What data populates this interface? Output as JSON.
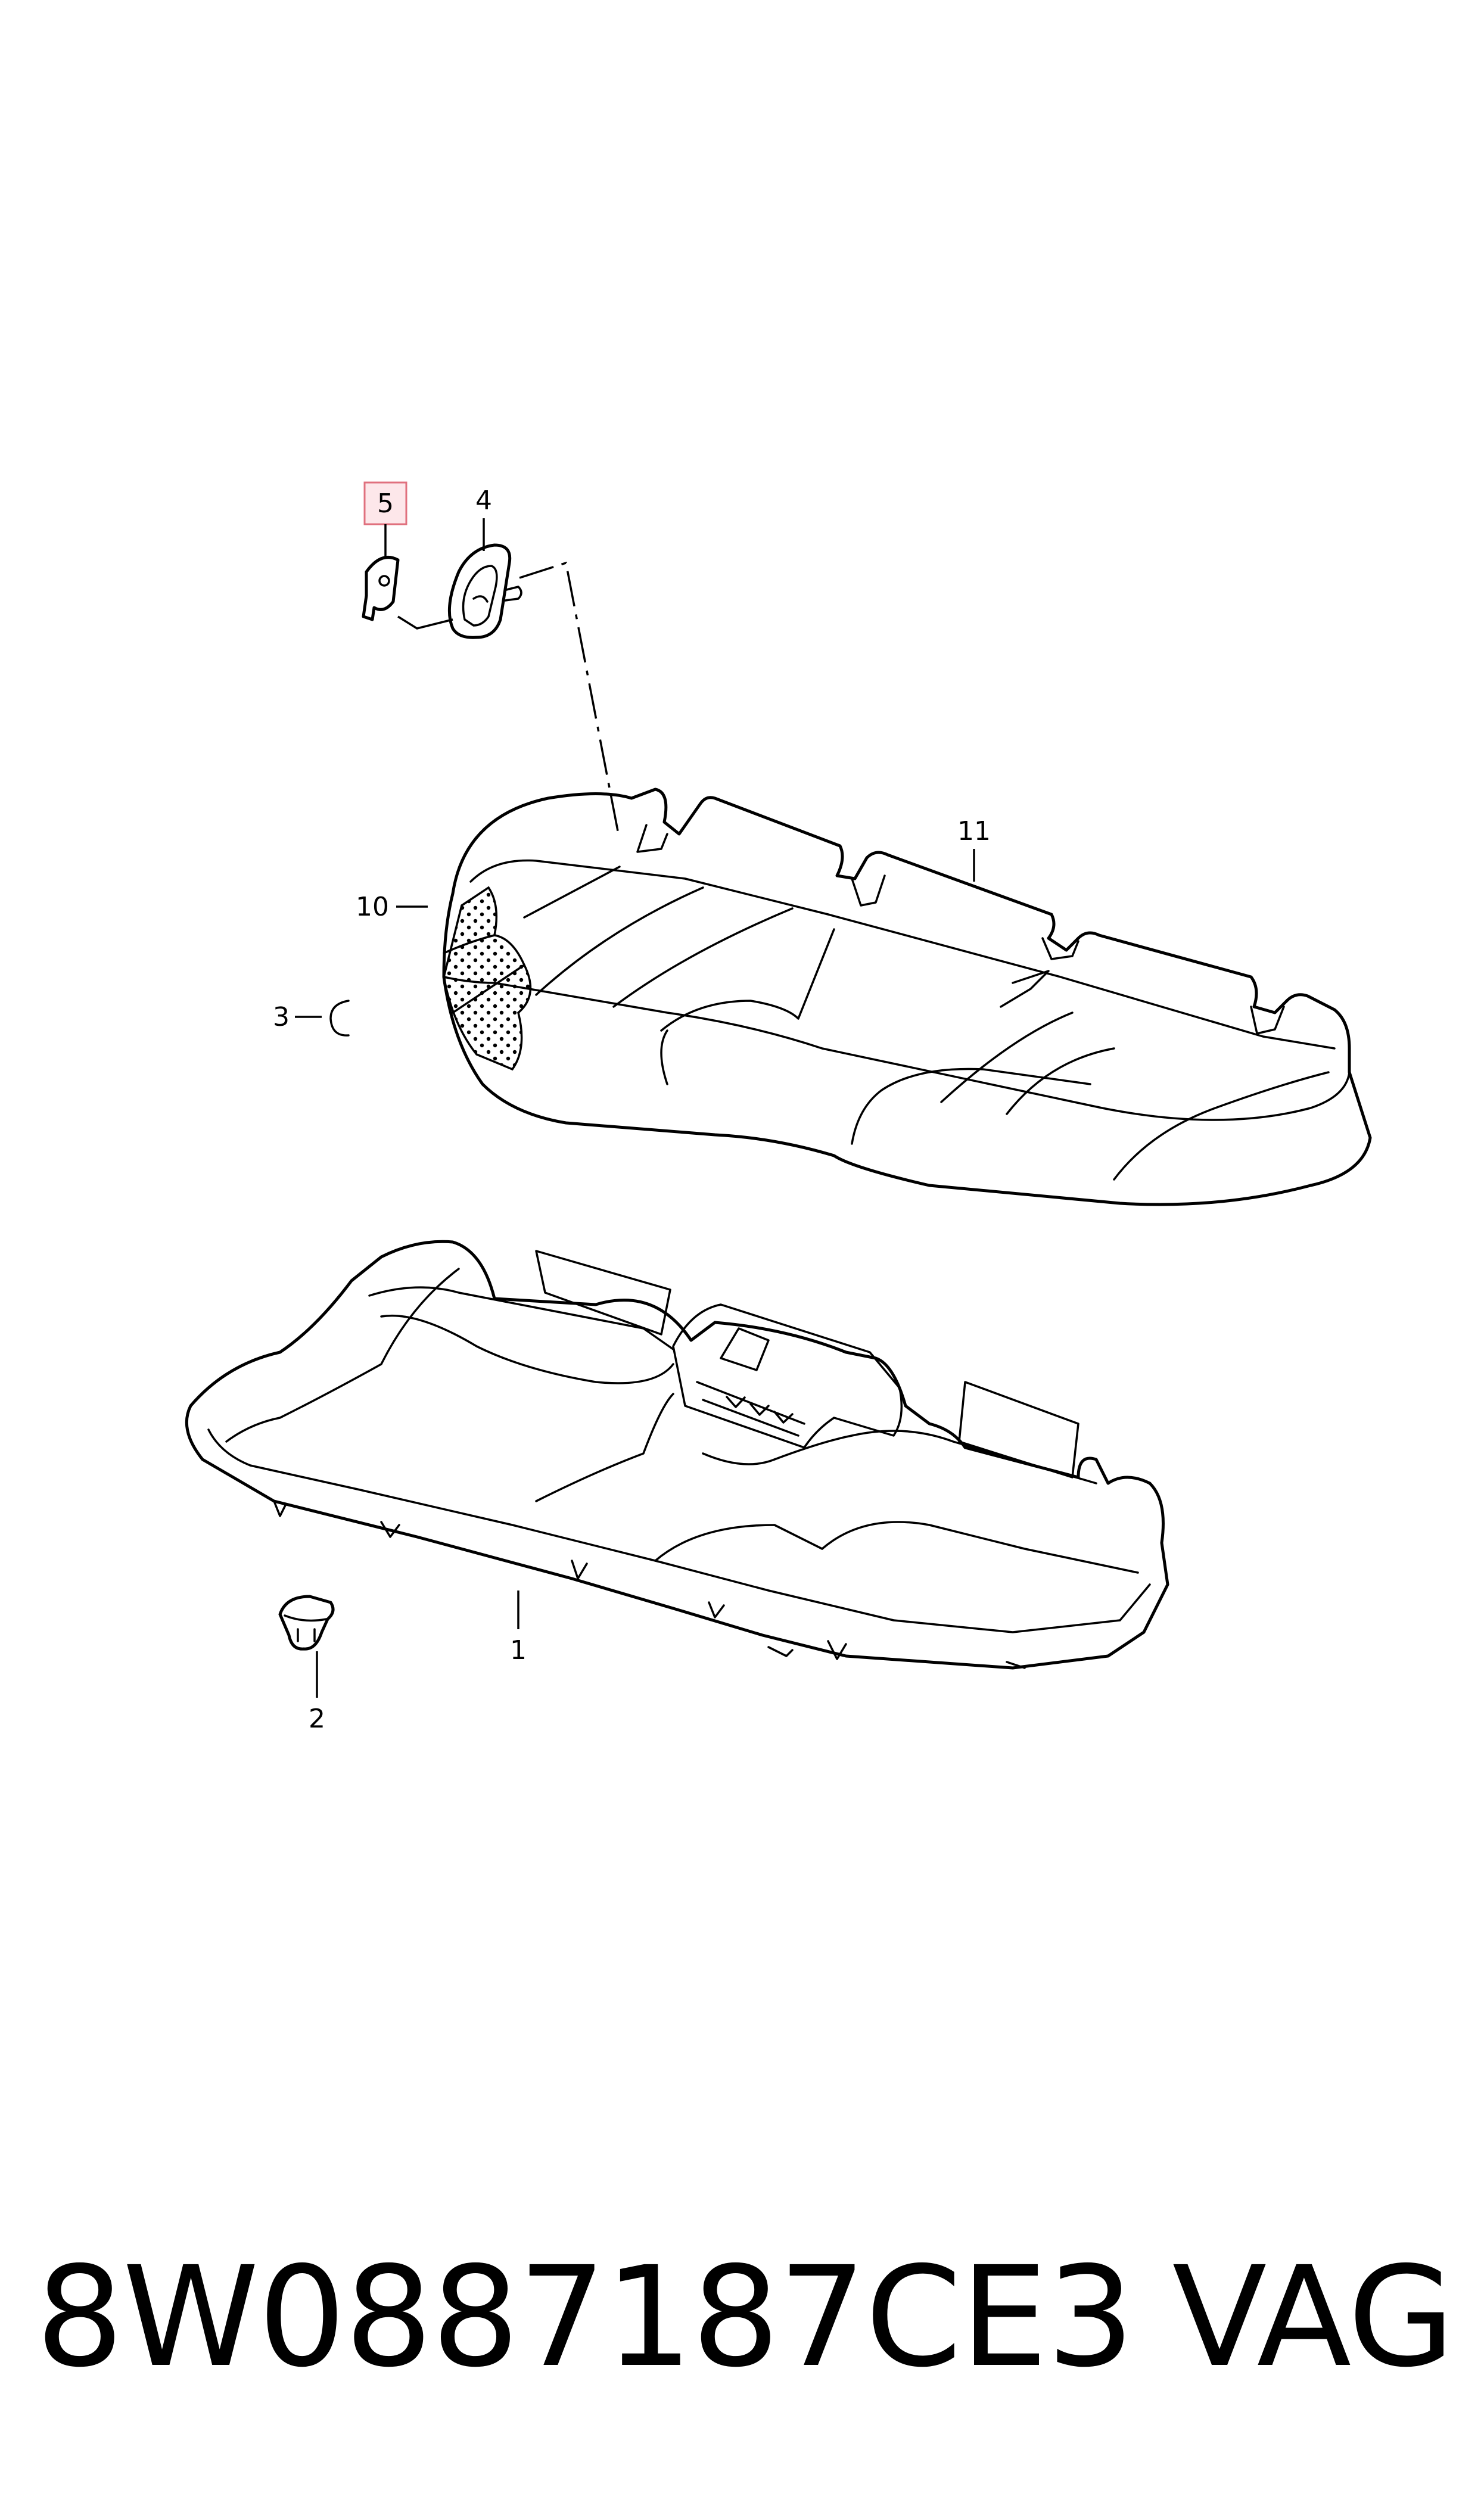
{
  "callouts": {
    "c1": "1",
    "c2": "2",
    "c3": "3",
    "c4": "4",
    "c5": "5",
    "c10": "10",
    "c11": "11"
  },
  "highlight_color": "#e0707e",
  "footer": {
    "part_number": "8W0887187CE3",
    "brand": "VAG"
  }
}
